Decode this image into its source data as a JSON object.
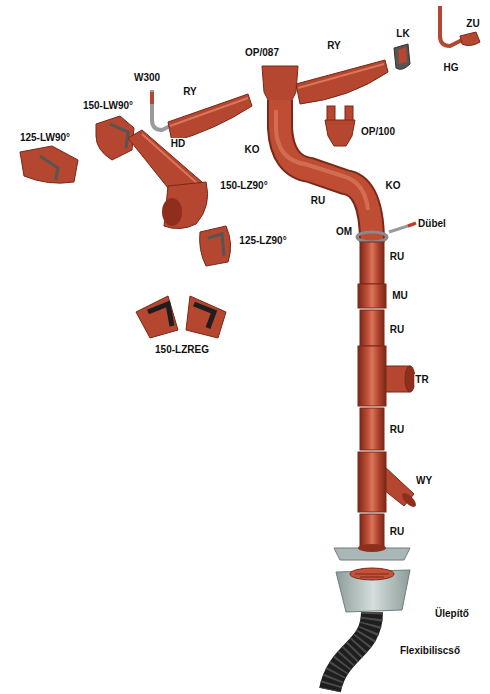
{
  "diagram": {
    "labels": [
      "ZU",
      "LK",
      "RY",
      "HG",
      "OP/087",
      "W300",
      "RY",
      "150-LW90°",
      "OP/100",
      "125-LW90°",
      "HD",
      "KO",
      "KO",
      "RU",
      "150-LZ90°",
      "OM",
      "Dübel",
      "125-LZ90°",
      "RU",
      "MU",
      "RU",
      "150-LZREG",
      "TR",
      "RU",
      "WY",
      "RU",
      "Ülepítő",
      "Flexibiliscső"
    ]
  }
}
